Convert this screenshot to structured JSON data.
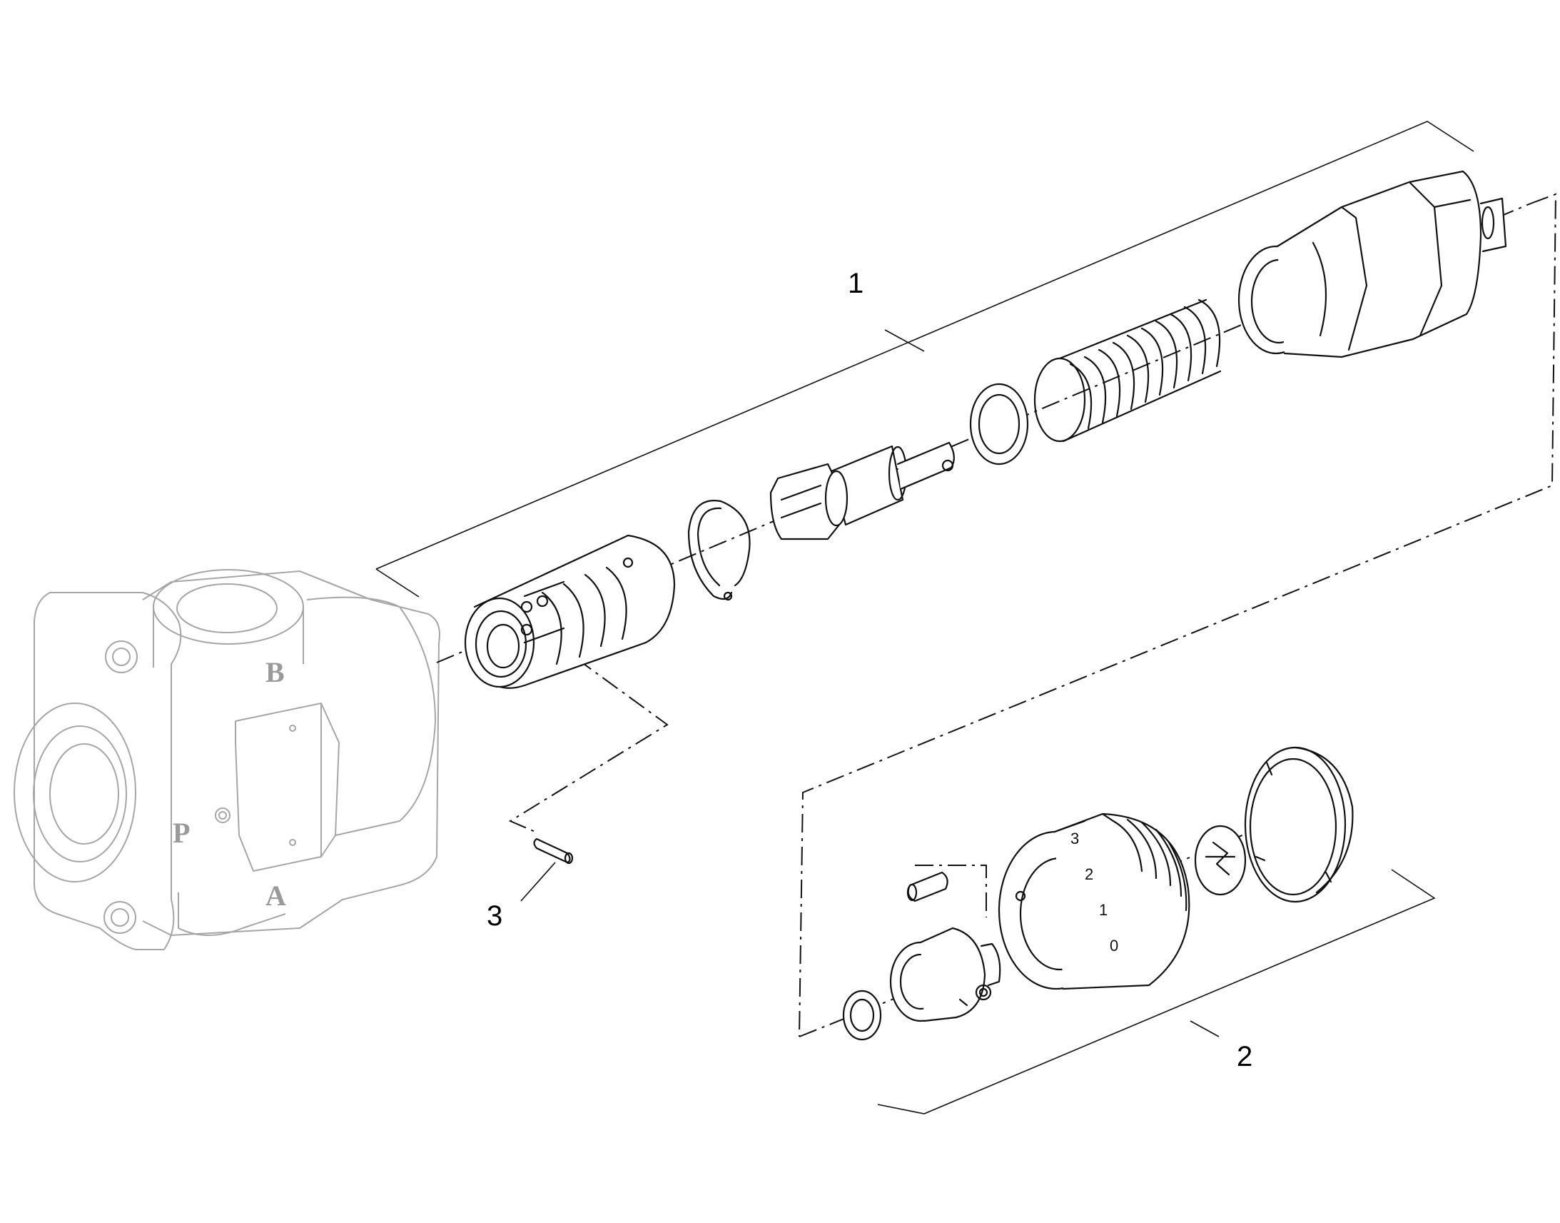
{
  "diagram": {
    "callouts": [
      {
        "id": "1",
        "label": "1"
      },
      {
        "id": "2",
        "label": "2"
      },
      {
        "id": "3",
        "label": "3"
      }
    ],
    "valve_body": {
      "port_labels": [
        "B",
        "P",
        "A"
      ]
    },
    "dial": {
      "scale_numbers": [
        "3",
        "2",
        "1",
        "0"
      ]
    }
  }
}
